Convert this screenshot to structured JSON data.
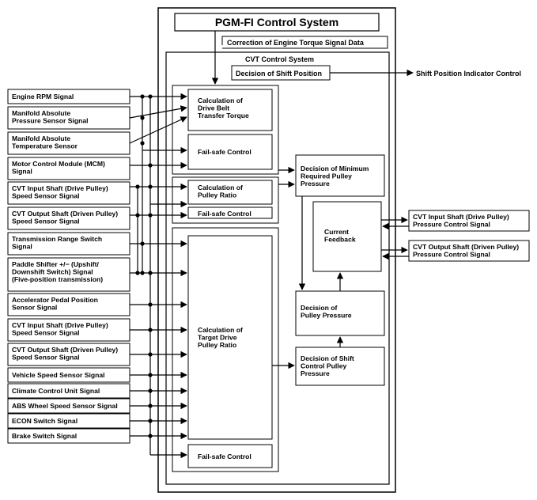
{
  "title": "PGM-FI Control System",
  "correction_label": "Correction of Engine Torque Signal Data",
  "cvt_system_label": "CVT Control System",
  "decision_shift_position": "Decision of Shift Position",
  "shift_indicator": "Shift Position Indicator Control",
  "inputs": [
    {
      "id": "engine-rpm",
      "lines": [
        "Engine RPM Signal"
      ]
    },
    {
      "id": "map-sensor",
      "lines": [
        "Manifold Absolute",
        "Pressure Sensor Signal"
      ]
    },
    {
      "id": "mat-sensor",
      "lines": [
        "Manifold Absolute",
        "Temperature Sensor"
      ]
    },
    {
      "id": "mcm",
      "lines": [
        "Motor Control Module (MCM)",
        "Signal"
      ]
    },
    {
      "id": "input-shaft-speed-1",
      "lines": [
        "CVT Input Shaft (Drive Pulley)",
        "Speed Sensor Signal"
      ]
    },
    {
      "id": "output-shaft-speed-1",
      "lines": [
        "CVT Output Shaft (Driven Pulley)",
        "Speed Sensor Signal"
      ]
    },
    {
      "id": "range-switch",
      "lines": [
        "Transmission Range Switch",
        "Signal"
      ]
    },
    {
      "id": "paddle-shifter",
      "lines": [
        "Paddle Shifter +/− (Upshift/",
        "Downshift Switch) Signal",
        "(Five-position transmission)"
      ]
    },
    {
      "id": "accel-pedal",
      "lines": [
        "Accelerator Pedal Position",
        "Sensor Signal"
      ]
    },
    {
      "id": "input-shaft-speed-2",
      "lines": [
        "CVT Input Shaft (Drive Pulley)",
        "Speed Sensor Signal"
      ]
    },
    {
      "id": "output-shaft-speed-2",
      "lines": [
        "CVT Output Shaft (Driven Pulley)",
        "Speed Sensor Signal"
      ]
    },
    {
      "id": "vehicle-speed",
      "lines": [
        "Vehicle Speed Sensor Signal"
      ]
    },
    {
      "id": "climate-control",
      "lines": [
        "Climate Control Unit Signal"
      ]
    },
    {
      "id": "abs-wheel-speed",
      "lines": [
        "ABS Wheel Speed Sensor Signal"
      ]
    },
    {
      "id": "econ-switch",
      "lines": [
        "ECON Switch Signal"
      ]
    },
    {
      "id": "brake-switch",
      "lines": [
        "Brake Switch Signal"
      ]
    }
  ],
  "blocks": {
    "calc_belt_torque": [
      "Calculation of",
      "Drive Belt",
      "Transfer Torque"
    ],
    "failsafe_1": [
      "Fail-safe Control"
    ],
    "calc_pulley_ratio": [
      "Calculation of",
      "Pulley Ratio"
    ],
    "failsafe_2": [
      "Fail-safe Control"
    ],
    "calc_target_ratio": [
      "Calculation of",
      "Target Drive",
      "Pulley Ratio"
    ],
    "failsafe_3": [
      "Fail-safe Control"
    ],
    "decision_min_pressure": [
      "Decision of Minimum",
      "Required Pulley",
      "Pressure"
    ],
    "current_feedback": [
      "Current",
      "Feedback"
    ],
    "decision_pulley_pressure": [
      "Decision of",
      "Pulley Pressure"
    ],
    "decision_shift_control": [
      "Decision of Shift",
      "Control Pulley",
      "Pressure"
    ]
  },
  "outputs": [
    {
      "id": "drive-pulley-pressure",
      "lines": [
        "CVT Input Shaft (Drive Pulley)",
        "Pressure Control Signal"
      ]
    },
    {
      "id": "driven-pulley-pressure",
      "lines": [
        "CVT Output Shaft (Driven Pulley)",
        "Pressure Control Signal"
      ]
    }
  ]
}
